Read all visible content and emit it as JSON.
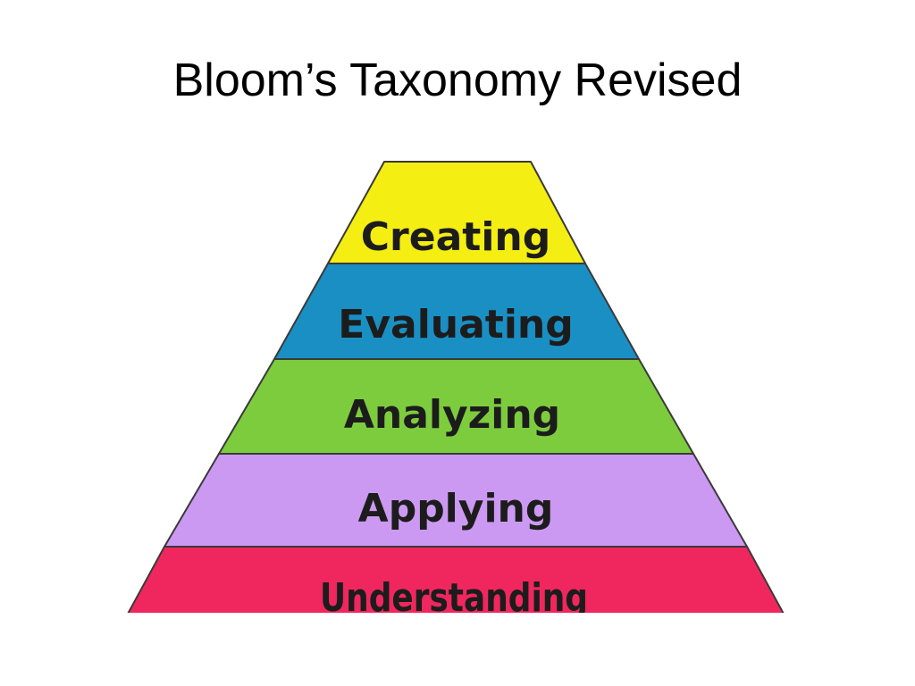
{
  "slide": {
    "title": "Bloom’s Taxonomy Revised"
  },
  "pyramid": {
    "levels": [
      {
        "label": "Creating",
        "color": "#f4ee12"
      },
      {
        "label": "Evaluating",
        "color": "#1a8fc4"
      },
      {
        "label": "Analyzing",
        "color": "#7dcc3d"
      },
      {
        "label": "Applying",
        "color": "#cc99f2"
      },
      {
        "label": "Understanding",
        "color": "#f0275e"
      }
    ],
    "outline_color": "#3a3a3a"
  }
}
